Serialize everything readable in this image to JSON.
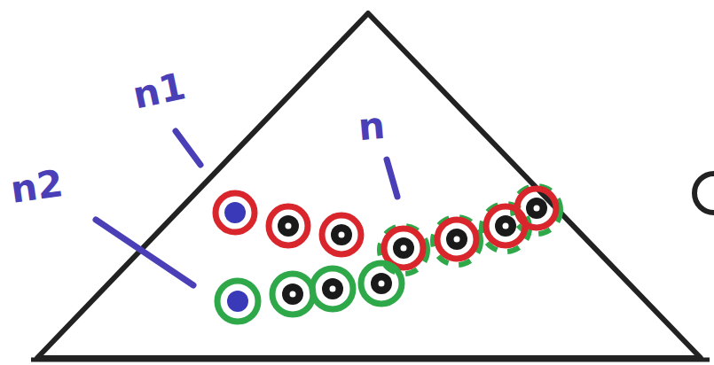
{
  "diagram": {
    "labels": [
      "n1",
      "n2",
      "n"
    ]
  }
}
